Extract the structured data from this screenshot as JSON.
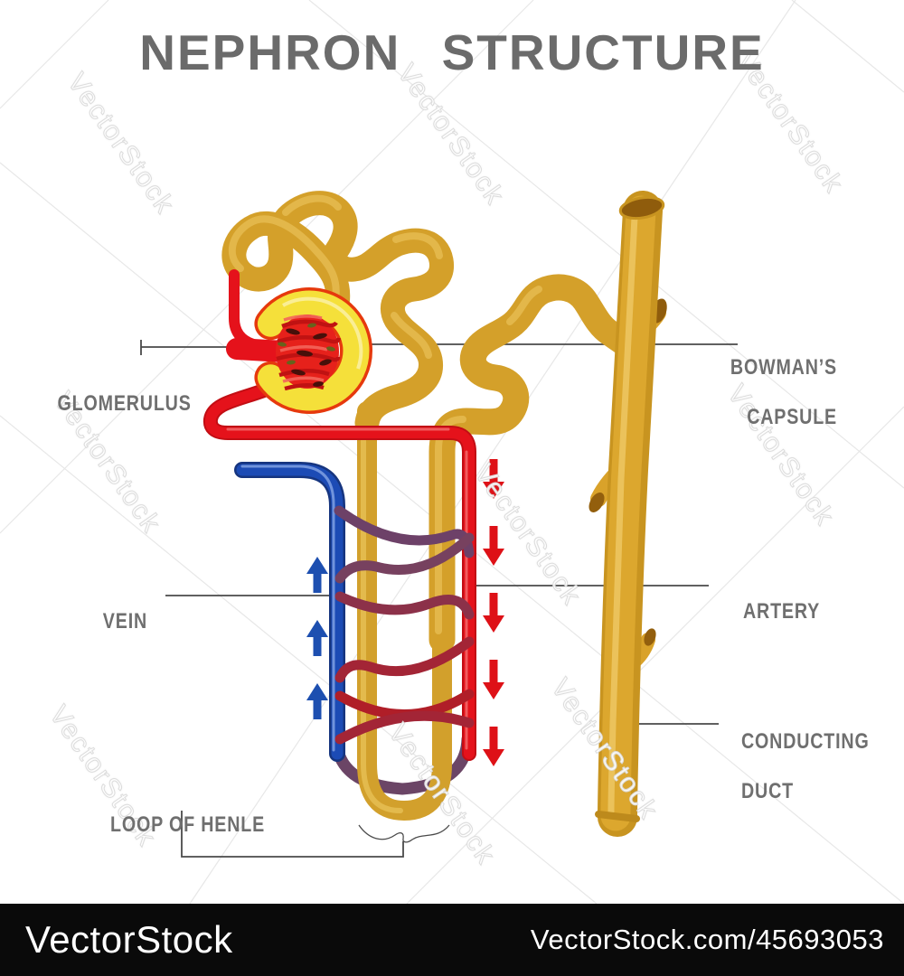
{
  "title": "NEPHRON STRUCTURE",
  "labels": {
    "glomerulus": "GLOMERULUS",
    "bowmans_capsule_line1": "BOWMAN’S",
    "bowmans_capsule_line2": "CAPSULE",
    "vein": "VEIN",
    "artery": "ARTERY",
    "conducting_duct_line1": "CONDUCTING",
    "conducting_duct_line2": "DUCT",
    "loop_of_henle": "LOOP OF HENLE"
  },
  "watermark": {
    "text": "VectorStock",
    "brand": "VectorStock",
    "url_id": "VectorStock.com/45693053"
  },
  "colors": {
    "tubule_gold": "#d4a02a",
    "tubule_highlight": "#edc760",
    "capsule_yellow": "#f5e03a",
    "capsule_outline": "#e6390d",
    "glomerulus_red": "#e6211b",
    "artery_red": "#e5121b",
    "vein_blue": "#1c4bb5",
    "capillary_plum": "#6d4168",
    "capillary_maroon": "#a32536",
    "duct_gold": "#c89420",
    "duct_opening_brown": "#8f5c0c",
    "label_gray": "#6f6f6f",
    "title_gray": "#6b6b6b",
    "leader_line_gray": "#4a4a4a",
    "footer_bg": "#0a0a0a",
    "footer_text": "#ffffff"
  }
}
